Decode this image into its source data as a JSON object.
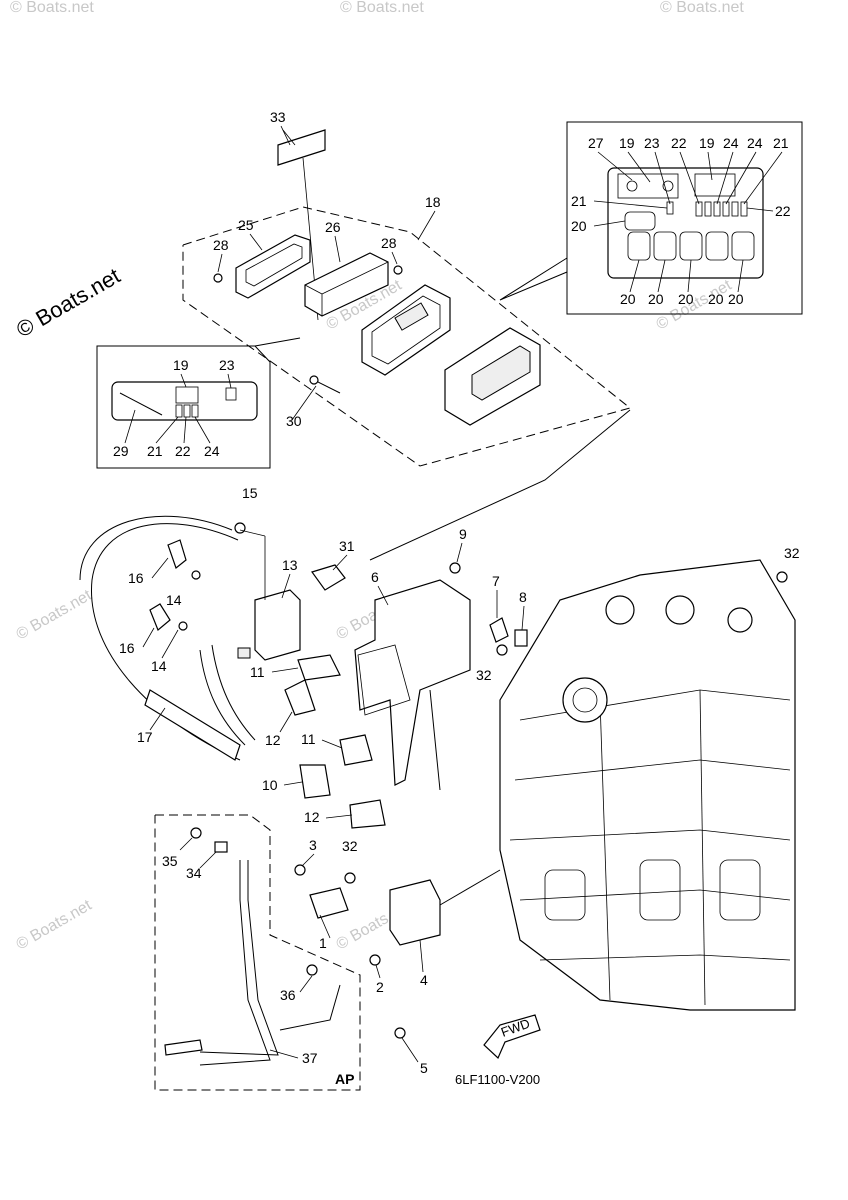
{
  "watermark": {
    "main": "© Boats.net",
    "faint": "© Boats.net"
  },
  "diagram_code": "6LF1100-V200",
  "fwd_label": "FWD",
  "ap_label": "AP",
  "callouts": [
    {
      "id": "c33",
      "text": "33"
    },
    {
      "id": "c18",
      "text": "18"
    },
    {
      "id": "c25",
      "text": "25"
    },
    {
      "id": "c26",
      "text": "26"
    },
    {
      "id": "c28a",
      "text": "28"
    },
    {
      "id": "c28b",
      "text": "28"
    },
    {
      "id": "c30",
      "text": "30"
    },
    {
      "id": "c15",
      "text": "15"
    },
    {
      "id": "c31",
      "text": "31"
    },
    {
      "id": "c9",
      "text": "9"
    },
    {
      "id": "c13",
      "text": "13"
    },
    {
      "id": "c6",
      "text": "6"
    },
    {
      "id": "c7",
      "text": "7"
    },
    {
      "id": "c8",
      "text": "8"
    },
    {
      "id": "c32a",
      "text": "32"
    },
    {
      "id": "c32b",
      "text": "32"
    },
    {
      "id": "c32c",
      "text": "32"
    },
    {
      "id": "c16a",
      "text": "16"
    },
    {
      "id": "c14a",
      "text": "14"
    },
    {
      "id": "c16b",
      "text": "16"
    },
    {
      "id": "c14b",
      "text": "14"
    },
    {
      "id": "c11a",
      "text": "11"
    },
    {
      "id": "c12a",
      "text": "12"
    },
    {
      "id": "c17",
      "text": "17"
    },
    {
      "id": "c11b",
      "text": "11"
    },
    {
      "id": "c10",
      "text": "10"
    },
    {
      "id": "c12b",
      "text": "12"
    },
    {
      "id": "c35",
      "text": "35"
    },
    {
      "id": "c34",
      "text": "34"
    },
    {
      "id": "c3",
      "text": "3"
    },
    {
      "id": "c1",
      "text": "1"
    },
    {
      "id": "c2",
      "text": "2"
    },
    {
      "id": "c4",
      "text": "4"
    },
    {
      "id": "c36",
      "text": "36"
    },
    {
      "id": "c5",
      "text": "5"
    },
    {
      "id": "c37",
      "text": "37"
    }
  ],
  "inset_left": {
    "labels": [
      "19",
      "23",
      "29",
      "21",
      "22",
      "24"
    ]
  },
  "inset_right": {
    "top_labels": [
      "27",
      "19",
      "23",
      "22",
      "19",
      "24",
      "24",
      "21"
    ],
    "side_labels": [
      "21",
      "20",
      "22"
    ],
    "bottom_labels": [
      "20",
      "20",
      "20",
      "20"
    ]
  }
}
